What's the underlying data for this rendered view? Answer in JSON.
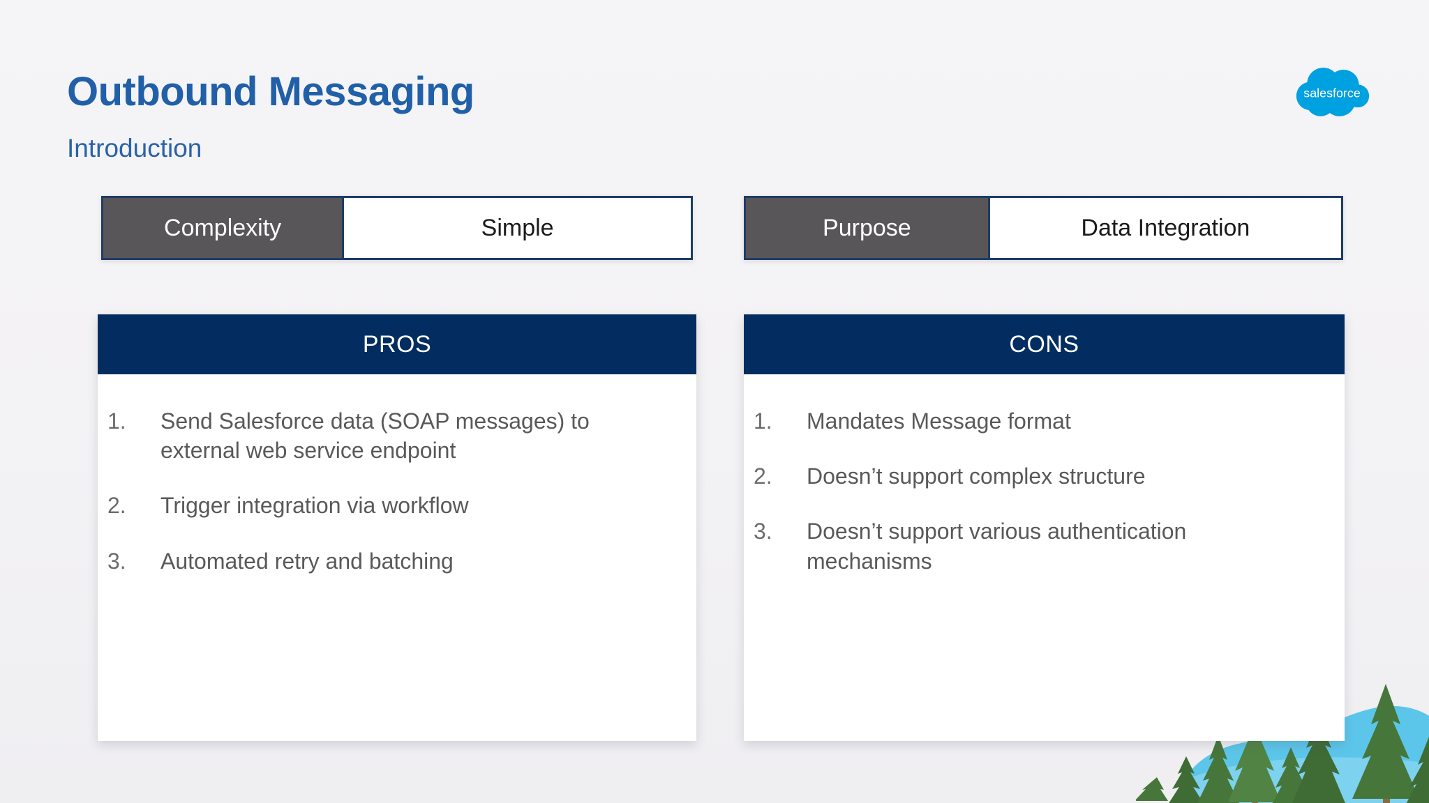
{
  "slide": {
    "title": "Outbound Messaging",
    "subtitle": "Introduction"
  },
  "logo": {
    "label": "salesforce"
  },
  "attributes": [
    {
      "label": "Complexity",
      "value": "Simple"
    },
    {
      "label": "Purpose",
      "value": "Data Integration"
    }
  ],
  "pros": {
    "header": "PROS",
    "items": [
      {
        "num": "1.",
        "text": "Send Salesforce data (SOAP messages) to external web service endpoint"
      },
      {
        "num": "2.",
        "text": "Trigger integration via workflow"
      },
      {
        "num": "3.",
        "text": "Automated retry and batching"
      }
    ]
  },
  "cons": {
    "header": "CONS",
    "items": [
      {
        "num": "1.",
        "text": "Mandates Message format"
      },
      {
        "num": "2.",
        "text": "Doesn’t support complex structure"
      },
      {
        "num": "3.",
        "text": "Doesn’t support various authentication mechanisms"
      }
    ]
  },
  "colors": {
    "background": "#F3F2F4",
    "title_blue": "#2160A8",
    "header_navy": "#032D60",
    "label_gray": "#595659",
    "border_navy": "#1F3C64",
    "body_text": "#595959",
    "value_text": "#1A1A1A",
    "logo_blue": "#00A1E0",
    "illustration_blue": "#5CC6EA",
    "illustration_green": "#47763B",
    "trunk_brown": "#8A6B41"
  }
}
